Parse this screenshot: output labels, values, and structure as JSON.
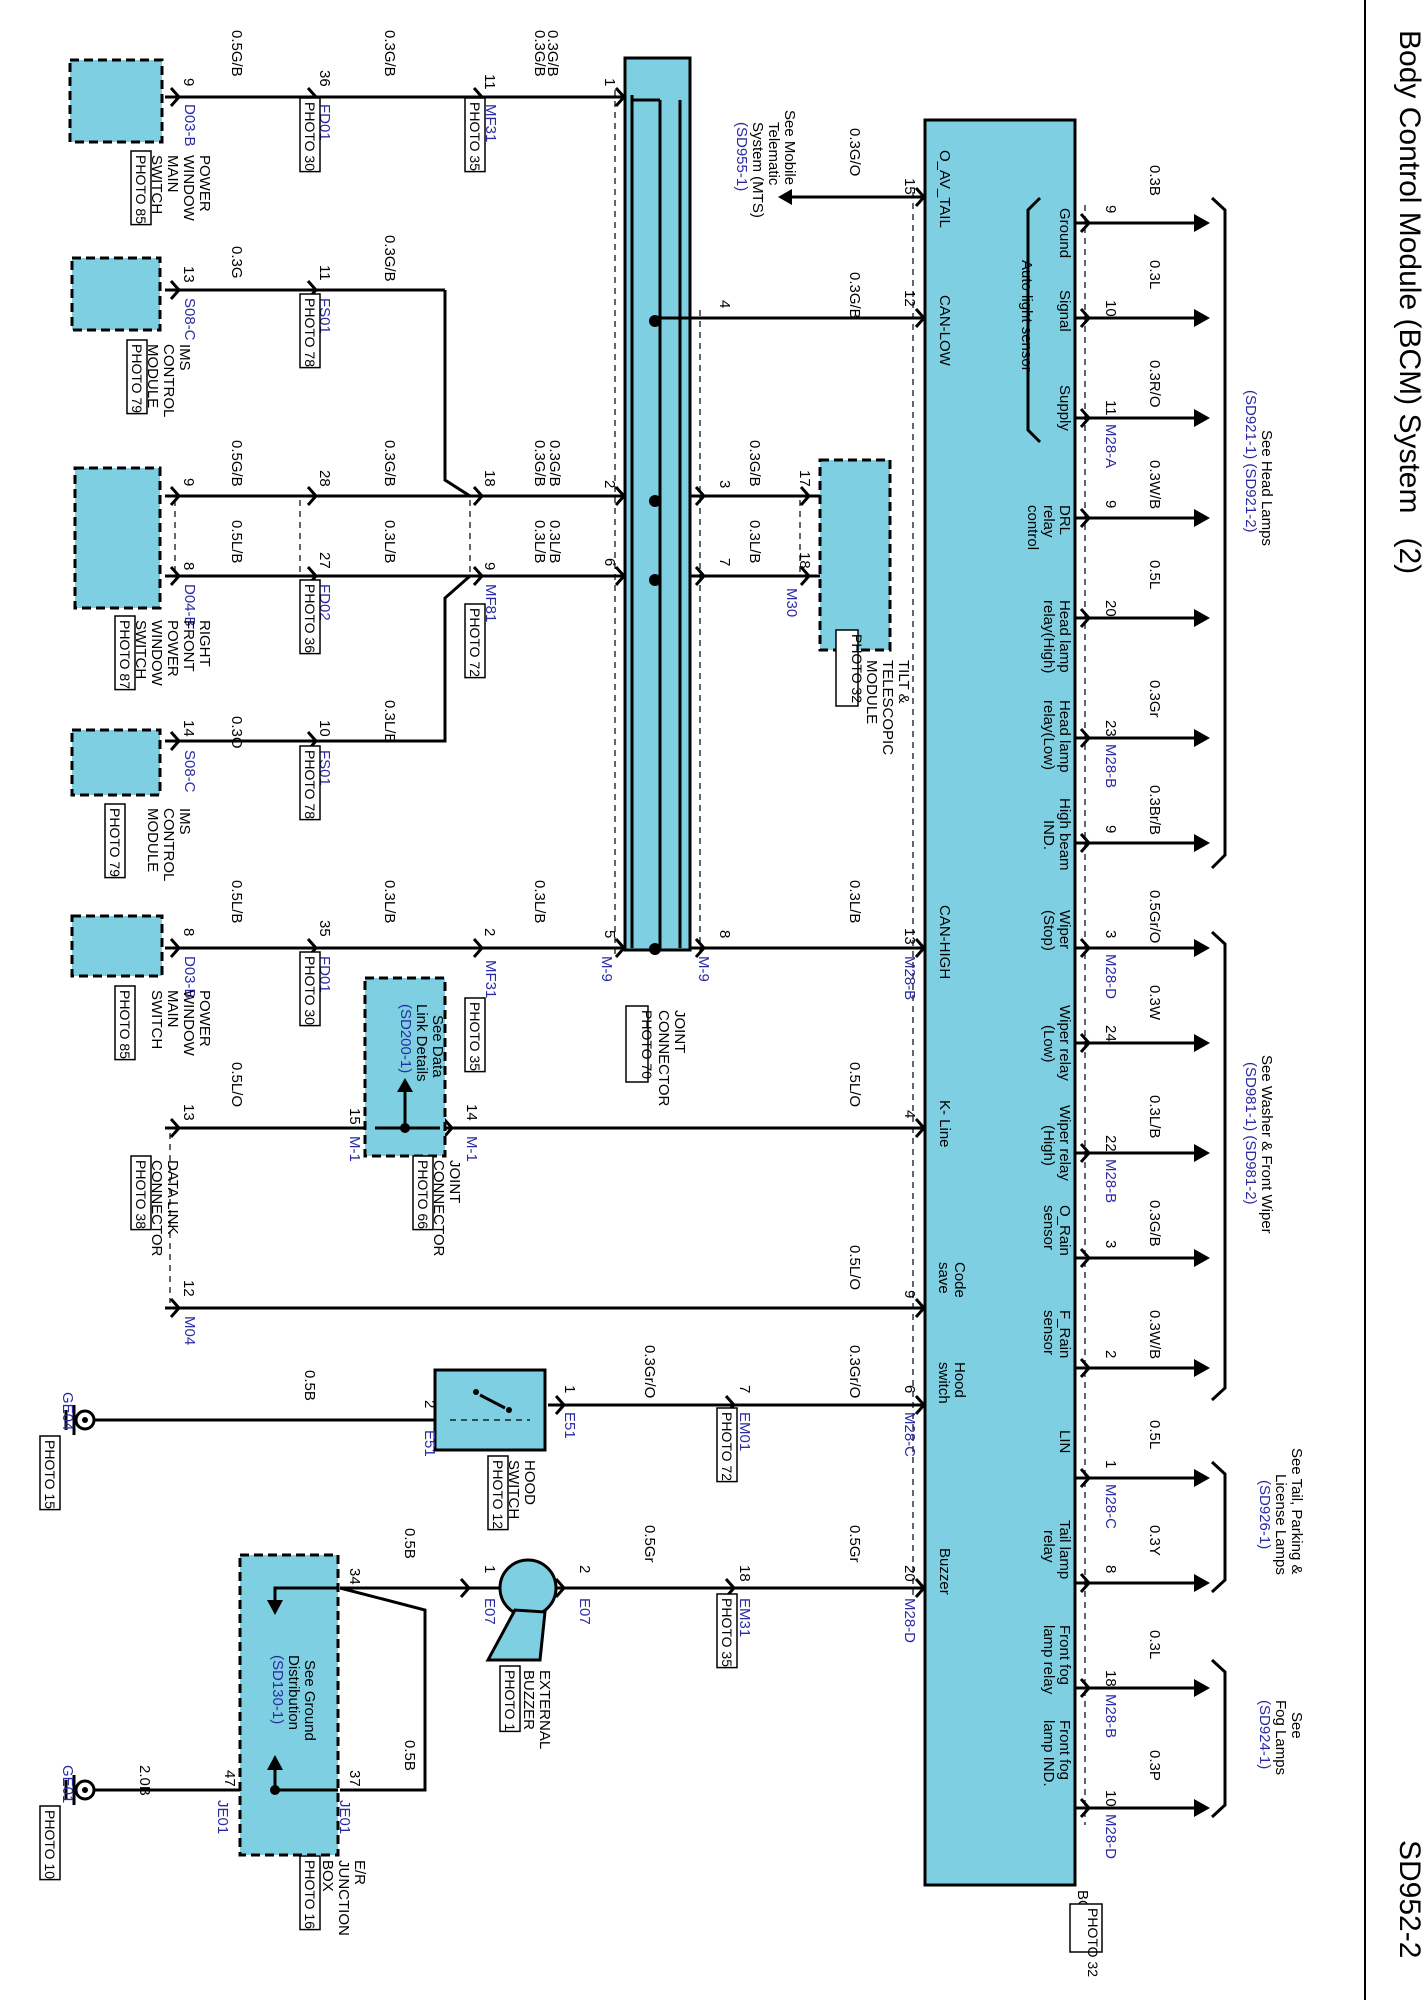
{
  "title": "Body Control Module (BCM) System",
  "page_suffix": "(2)",
  "page_code": "SD952-2",
  "bcm": {
    "name": "BCM",
    "photo": "PHOTO 32",
    "labels": [
      {
        "id": "ground",
        "text": "Ground"
      },
      {
        "id": "signal",
        "text": "Signal"
      },
      {
        "id": "supply",
        "text": "Supply"
      },
      {
        "id": "auto_light",
        "text": "Auto light sensor"
      },
      {
        "id": "drl1",
        "text": "DRL"
      },
      {
        "id": "drl2",
        "text": "relay"
      },
      {
        "id": "drl3",
        "text": "control"
      },
      {
        "id": "hlh1",
        "text": "Head lamp"
      },
      {
        "id": "hlh2",
        "text": "relay(High)"
      },
      {
        "id": "hll1",
        "text": "Head lamp"
      },
      {
        "id": "hll2",
        "text": "relay(Low)"
      },
      {
        "id": "hb1",
        "text": "High beam"
      },
      {
        "id": "hb2",
        "text": "IND."
      },
      {
        "id": "ws1",
        "text": "Wiper"
      },
      {
        "id": "ws2",
        "text": "(Stop)"
      },
      {
        "id": "wl1",
        "text": "Wiper relay"
      },
      {
        "id": "wl2",
        "text": "(Low)"
      },
      {
        "id": "wh1",
        "text": "Wiper relay"
      },
      {
        "id": "wh2",
        "text": "(High)"
      },
      {
        "id": "or1",
        "text": "O_Rain"
      },
      {
        "id": "or2",
        "text": "sensor"
      },
      {
        "id": "fr1",
        "text": "F_Rain"
      },
      {
        "id": "fr2",
        "text": "sensor"
      },
      {
        "id": "lin",
        "text": "LIN"
      },
      {
        "id": "tl1",
        "text": "Tail lamp"
      },
      {
        "id": "tl2",
        "text": "relay"
      },
      {
        "id": "ffr1",
        "text": "Front fog"
      },
      {
        "id": "ffr2",
        "text": "lamp relay"
      },
      {
        "id": "ffi1",
        "text": "Front fog"
      },
      {
        "id": "ffi2",
        "text": "lamp IND."
      },
      {
        "id": "oav",
        "text": "O_AV_TAIL"
      },
      {
        "id": "canlow",
        "text": "CAN-LOW"
      },
      {
        "id": "canhigh",
        "text": "CAN-HIGH"
      },
      {
        "id": "kline",
        "text": "K- Line"
      },
      {
        "id": "cs1",
        "text": "Code"
      },
      {
        "id": "cs2",
        "text": "save"
      },
      {
        "id": "hs1",
        "text": "Hood"
      },
      {
        "id": "hs2",
        "text": "switch"
      },
      {
        "id": "buzzer",
        "text": "Buzzer"
      }
    ]
  },
  "refs": {
    "head_lamps": [
      "See Head Lamps",
      "(SD921-1) (SD921-2)"
    ],
    "washer": [
      "See Washer & Front Wiper",
      "(SD981-1) (SD981-2)"
    ],
    "tail": [
      "See Tail, Parking &",
      "License Lamps",
      "(SD926-1)"
    ],
    "fog": [
      "See",
      "Fog Lamps",
      "(SD924-1)"
    ],
    "mts": [
      "See Mobile",
      "Telematic",
      "System (MTS)",
      "(SD955-1)"
    ],
    "data_link": [
      "See Data",
      "Link Details",
      "(SD200-1)"
    ],
    "ground_dist": [
      "See Ground",
      "Distribution",
      "(SD130-1)"
    ]
  },
  "right_wires": [
    {
      "pin": "9",
      "wire": "0.3B"
    },
    {
      "pin": "10",
      "wire": "0.3L"
    },
    {
      "pin": "11",
      "wire": "0.3R/O",
      "conn": "M28-A"
    },
    {
      "pin": "9",
      "wire": "0.3W/B"
    },
    {
      "pin": "20",
      "wire": "0.5L"
    },
    {
      "pin": "23",
      "wire": "0.3Gr",
      "conn": "M28-B"
    },
    {
      "pin": "9",
      "wire": "0.3Br/B"
    },
    {
      "pin": "3",
      "wire": "0.5Gr/O",
      "conn": "M28-D"
    },
    {
      "pin": "24",
      "wire": "0.3W"
    },
    {
      "pin": "22",
      "wire": "0.3L/B",
      "conn": "M28-B"
    },
    {
      "pin": "3",
      "wire": "0.3G/B"
    },
    {
      "pin": "2",
      "wire": "0.3W/B"
    },
    {
      "pin": "1",
      "wire": "0.5L",
      "conn": "M28-C"
    },
    {
      "pin": "8",
      "wire": "0.3Y"
    },
    {
      "pin": "18",
      "wire": "0.3L",
      "conn": "M28-B"
    },
    {
      "pin": "10",
      "wire": "0.3P",
      "conn": "M28-D"
    }
  ],
  "bcm_left_pins": {
    "p15": "15",
    "w15": "0.3G/O",
    "p12": "12",
    "w12": "0.3G/B",
    "p13": "13",
    "w13": "0.3L/B",
    "c13": "M28-B",
    "p4": "4",
    "w4": "0.5L/O",
    "p9": "9",
    "w9": "0.5L/O",
    "p6": "6",
    "w6": "0.3Gr/O",
    "c6": "M28-C",
    "p20": "20",
    "w20": "0.5Gr",
    "c20": "M28-D"
  },
  "joint_m9": {
    "name": [
      "JOINT",
      "CONNECTOR"
    ],
    "photo": "PHOTO 70",
    "conn": "M-9",
    "pins": {
      "p1": "1",
      "p4": "4",
      "p2": "2",
      "p3": "3",
      "p6": "6",
      "p7": "7",
      "p5": "5",
      "p8": "8"
    }
  },
  "tilt": {
    "name": [
      "TILT &",
      "TELESCOPIC",
      "MODULE"
    ],
    "photo": "PHOTO 32",
    "conn": "M30",
    "p17": "17",
    "p18": "18",
    "w17": "0.3G/B",
    "w18": "0.3L/B"
  },
  "top_chain": {
    "w_a": "0.5G/B",
    "p_a": "9",
    "c_a": "D03-B",
    "w_b": "0.3G/B",
    "p_b": "36",
    "c_b": "FD01",
    "ph_b": "PHOTO 30",
    "w_c": "0.3G/B",
    "p_c": "11",
    "c_c": "MF31",
    "ph_c": "PHOTO 35",
    "w_d": "0.3G/B",
    "mod": [
      "POWER",
      "WINDOW",
      "MAIN",
      "SWITCH"
    ],
    "mod_photo": "PHOTO 85"
  },
  "ims1": {
    "w_a": "0.3G",
    "p_a": "13",
    "c_a": "S08-C",
    "w_b": "0.3G/B",
    "p_b": "11",
    "c_b": "FS01",
    "ph_b": "PHOTO 78",
    "mod": [
      "IMS",
      "CONTROL",
      "MODULE"
    ],
    "mod_photo": "PHOTO 79"
  },
  "rfpw": {
    "w1": "0.5G/B",
    "p1": "9",
    "w1b": "0.3G/B",
    "p1b": "28",
    "w1c": "0.3G/B",
    "p1c": "18",
    "w2": "0.5L/B",
    "p2": "8",
    "w2b": "0.3L/B",
    "p2b": "27",
    "w2c": "0.3L/B",
    "p2c": "9",
    "c_a": "D04-B",
    "c_b": "FD02",
    "ph_b": "PHOTO 36",
    "c_c": "MF81",
    "ph_c": "PHOTO 72",
    "mod": [
      "RIGHT",
      "FRONT",
      "POWER",
      "WINDOW",
      "SWITCH"
    ],
    "mod_photo": "PHOTO 87",
    "j_w2": "0.3G/B",
    "j_w6": "0.3L/B"
  },
  "ims2": {
    "w_a": "0.3O",
    "p_a": "14",
    "c_a": "S08-C",
    "w_b": "0.3L/B",
    "p_b": "10",
    "c_b": "FS01",
    "ph_b": "PHOTO 78",
    "mod": [
      "IMS",
      "CONTROL",
      "MODULE"
    ],
    "mod_photo": "PHOTO 79"
  },
  "pw2": {
    "w_a": "0.5L/B",
    "p_a": "8",
    "c_a": "D03-B",
    "w_b": "0.3L/B",
    "p_b": "35",
    "c_b": "FD01",
    "ph_b": "PHOTO 30",
    "w_c": "0.3L/B",
    "p_c": "2",
    "c_c": "MF31",
    "ph_c": "PHOTO 35",
    "mod": [
      "POWER",
      "WINDOW",
      "MAIN",
      "SWITCH"
    ],
    "mod_photo": "PHOTO 85"
  },
  "kline_chain": {
    "w": "0.5L/O",
    "p13": "13",
    "p15": "15",
    "p14": "14",
    "c": "M-1",
    "joint_name": [
      "JOINT",
      "CONNECTOR"
    ],
    "joint_photo": "PHOTO 66",
    "dlc": [
      "DATA LINK",
      "CONNECTOR"
    ],
    "dlc_photo": "PHOTO 38"
  },
  "codesave": {
    "p12": "12",
    "c": "M04"
  },
  "hood": {
    "w_top": "0.3Gr/O",
    "p7": "7",
    "c_em": "EM01",
    "ph_em": "PHOTO 72",
    "p1": "1",
    "c_e": "E51",
    "p2": "2",
    "w_g": "0.5B",
    "name": [
      "HOOD",
      "SWITCH"
    ],
    "photo": "PHOTO 12",
    "ground": "GE04",
    "ground_photo": "PHOTO 15"
  },
  "buzzer": {
    "w_top": "0.5Gr",
    "p18": "18",
    "c_em": "EM31",
    "ph_em": "PHOTO 35",
    "p2": "2",
    "p1": "1",
    "c_e": "E07",
    "w_b": "0.5B",
    "name": [
      "EXTERNAL",
      "BUZZER"
    ],
    "photo": "PHOTO 1"
  },
  "junction": {
    "p34": "34",
    "p37": "37",
    "p47": "47",
    "w37": "0.5B",
    "w47": "2.0B",
    "c": "JE01",
    "name": [
      "E/R",
      "JUNCTION",
      "BOX"
    ],
    "photo": "PHOTO 16",
    "ground": "GE01",
    "ground_photo": "PHOTO 10"
  }
}
